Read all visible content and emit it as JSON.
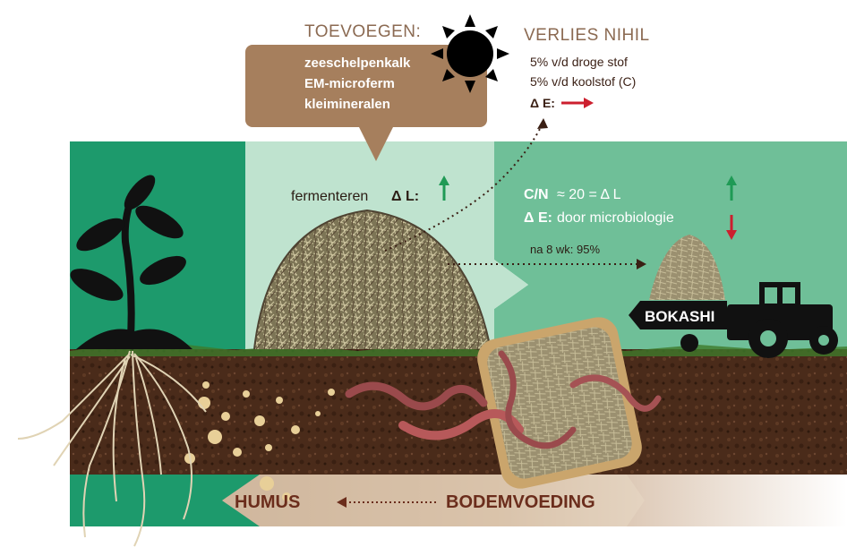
{
  "additions": {
    "title": "TOEVOEGEN:",
    "items": [
      "zeeschelpenkalk",
      "EM-microferm",
      "kleimineralen"
    ]
  },
  "losses": {
    "title": "VERLIES NIHIL",
    "items": [
      "5% v/d droge stof",
      "5% v/d koolstof (C)"
    ],
    "delta_e_label": "Δ E:"
  },
  "fermentation": {
    "label": "fermenteren",
    "delta_l_label": "Δ L:"
  },
  "ratio": {
    "cn_label": "C/N",
    "cn_expression": "≈ 20 = Δ L",
    "delta_e_label": "Δ E:",
    "delta_e_text": "door microbiologie"
  },
  "progress_note": "na 8 wk: 95%",
  "bokashi_label": "BOKASHI",
  "bottom": {
    "humus": "HUMUS",
    "soil_feeding": "BODEMVOEDING"
  },
  "colors": {
    "dark_green": "#1d9a6c",
    "mid_green": "#6fbf98",
    "light_green": "#bfe3cf",
    "brown_box": "#a67f5d",
    "soil": "#4a2b1a",
    "arrow_green": "#1f9a55",
    "arrow_red": "#cc1f2e"
  }
}
